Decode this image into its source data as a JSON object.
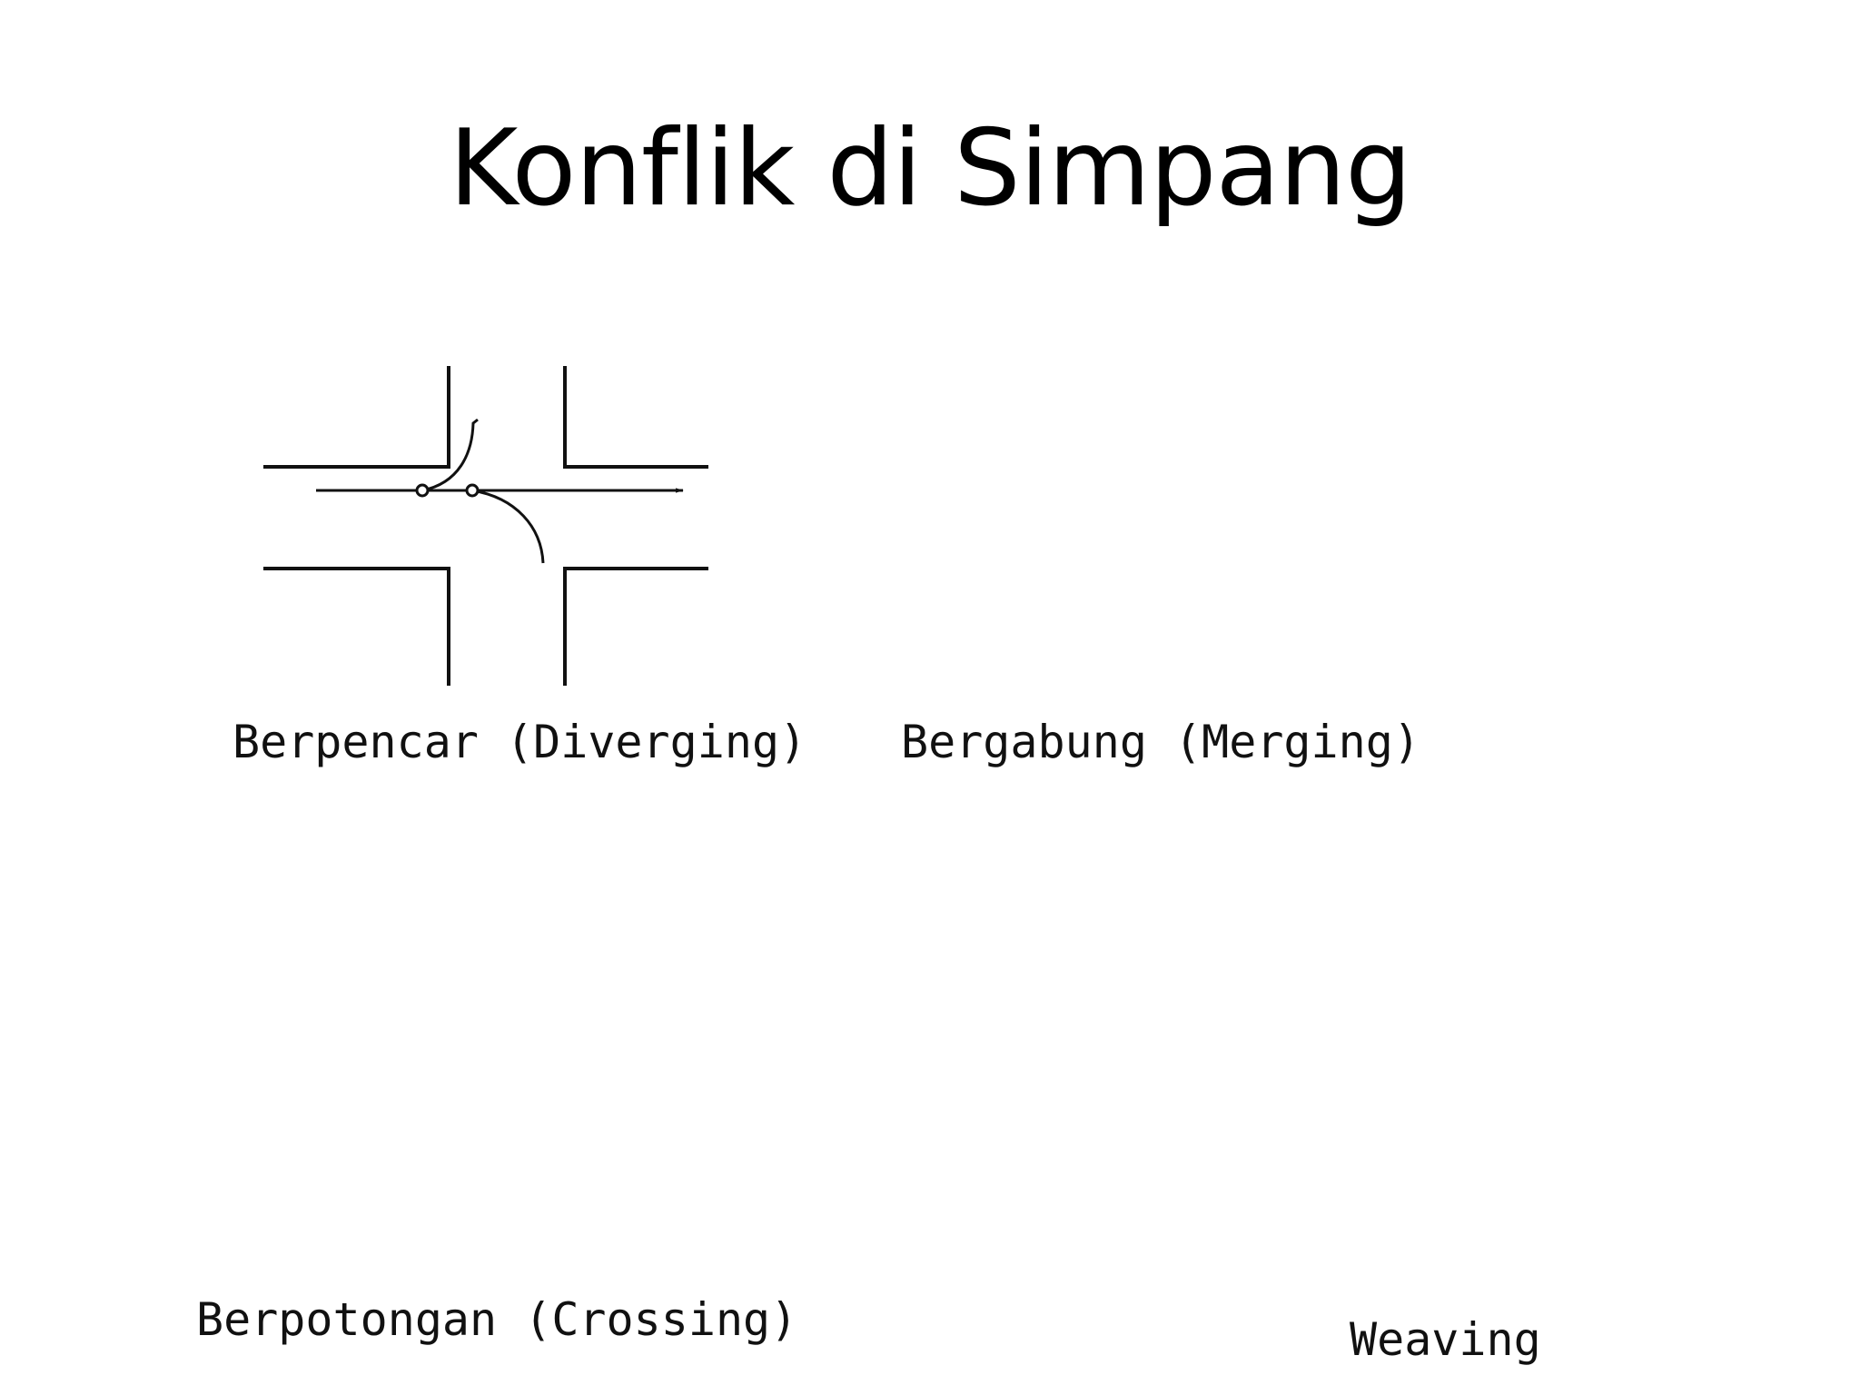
{
  "title": "Konflik di Simpang",
  "panels": {
    "diverging": {
      "label": "Berpencar (Diverging)"
    },
    "merging": {
      "label": "Bergabung (Merging)"
    },
    "crossing": {
      "label": "Berpotongan (Crossing)"
    },
    "weaving": {
      "label": "Weaving"
    }
  },
  "colors": {
    "ink": "#111111",
    "background": "#ffffff"
  }
}
